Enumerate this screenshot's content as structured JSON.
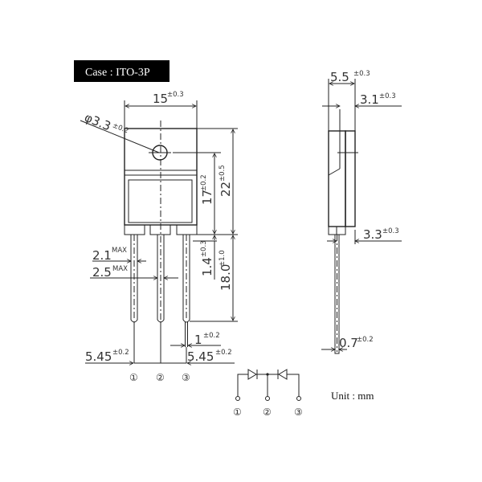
{
  "case_label": "Case : ITO-3P",
  "unit_label": "Unit : mm",
  "front_view": {
    "width": {
      "value": "15",
      "tol": "±0.3"
    },
    "hole": {
      "value": "φ3.3",
      "tol": "±0.2"
    },
    "hole_height": {
      "value": "17",
      "tol": "±0.2"
    },
    "body_height": {
      "value": "22",
      "tol": "±0.5"
    },
    "lead_shoulder": {
      "value": "1.4",
      "tol": "±0.3"
    },
    "lead_length": {
      "value": "18.0",
      "tol": "±1.0"
    },
    "lead_width_1": {
      "value": "2.1",
      "tol": "MAX"
    },
    "lead_width_2": {
      "value": "2.5",
      "tol": "MAX"
    },
    "lead_thin": {
      "value": "1",
      "tol": "±0.2"
    },
    "pitch_left": {
      "value": "5.45",
      "tol": "±0.2"
    },
    "pitch_right": {
      "value": "5.45",
      "tol": "±0.2"
    },
    "pins": [
      "①",
      "②",
      "③"
    ]
  },
  "side_view": {
    "thickness": {
      "value": "5.5",
      "tol": "±0.3"
    },
    "fin": {
      "value": "3.1",
      "tol": "±0.3"
    },
    "lead_offset": {
      "value": "3.3",
      "tol": "±0.3"
    },
    "lead_thickness": {
      "value": "0.7",
      "tol": "±0.2"
    }
  },
  "schematic": {
    "type": "common-cathode dual diode",
    "pins": [
      "①",
      "②",
      "③"
    ]
  }
}
